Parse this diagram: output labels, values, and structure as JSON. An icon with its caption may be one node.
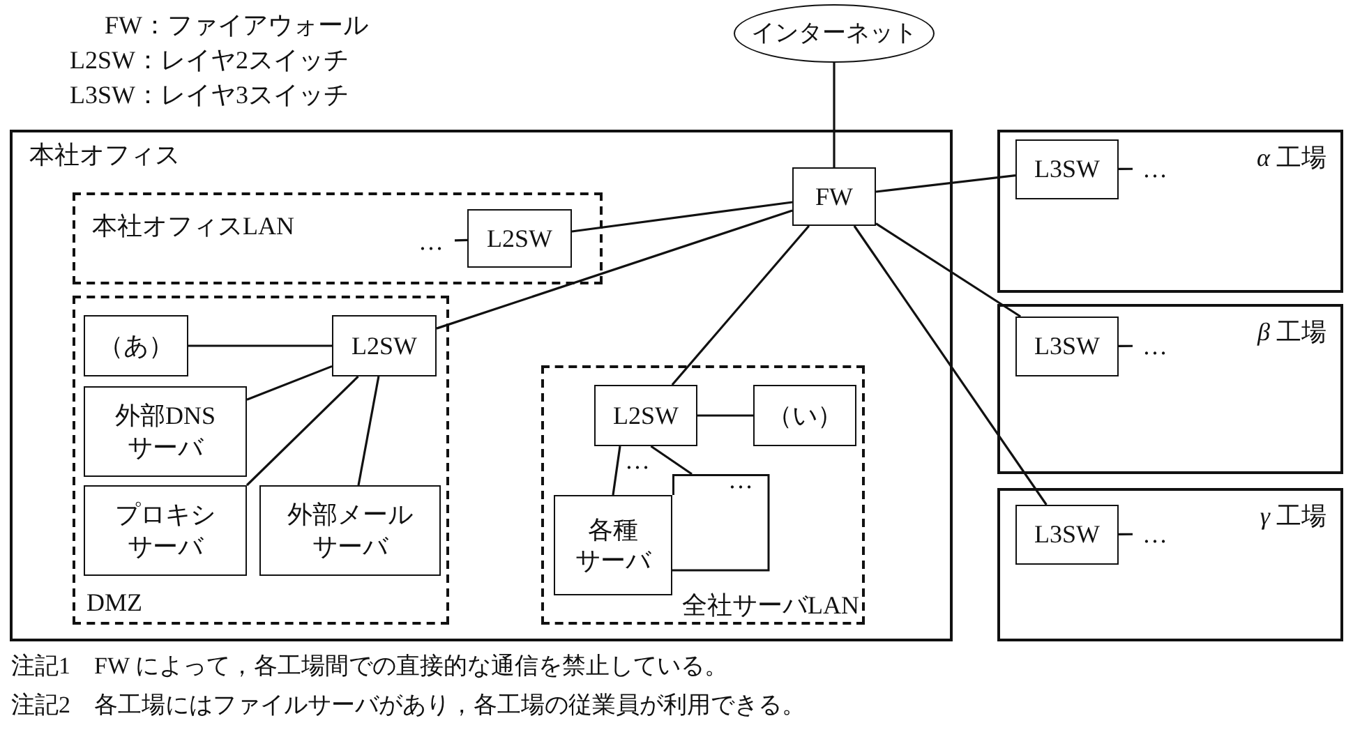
{
  "diagram": {
    "nodes": [
      {
        "text": [
          "インターネット"
        ]
      },
      {
        "text": [
          "本社オフィス"
        ]
      },
      {
        "text": [
          "本社オフィスLAN"
        ],
        "in": 1
      },
      {
        "text": [
          "…"
        ],
        "in": 2
      },
      {
        "text": [
          "L2SW"
        ],
        "in": 2
      },
      {
        "text": [
          "FW"
        ],
        "in": 1
      },
      {
        "text": [
          "*α* 工場"
        ]
      },
      {
        "text": [
          "L3SW"
        ],
        "in": 6
      },
      {
        "text": [
          "…"
        ],
        "in": 6
      },
      {
        "text": [
          "DMZ"
        ],
        "in": 1
      },
      {
        "text": [
          "（あ）"
        ],
        "in": 9
      },
      {
        "text": [
          "L2SW"
        ],
        "in": 9
      },
      {
        "text": [
          "外部DNSサーバ"
        ],
        "in": 9
      },
      {
        "text": [
          "プロキシサーバ"
        ],
        "in": 9
      },
      {
        "text": [
          "外部メールサーバ"
        ],
        "in": 9
      },
      {
        "text": [
          "*β* 工場"
        ]
      },
      {
        "text": [
          "L3SW"
        ],
        "in": 15
      },
      {
        "text": [
          "…"
        ],
        "in": 15
      },
      {
        "text": [
          "全社サーバLAN"
        ],
        "in": 1
      },
      {
        "text": [
          "L2SW"
        ],
        "in": 18
      },
      {
        "text": [
          "（い）"
        ],
        "in": 18
      },
      {
        "text": [],
        "shape": "box",
        "in": 18
      },
      {
        "text": [
          "各種サーバ"
        ],
        "in": 18
      },
      {
        "text": [
          "*γ* 工場"
        ]
      },
      {
        "text": [
          "L3SW"
        ],
        "in": 23
      },
      {
        "text": [
          "…"
        ],
        "in": 23
      }
    ],
    "edges": [
      {
        "from": 0,
        "to": 5,
        "arrow": "none"
      },
      {
        "from": 5,
        "to": 4,
        "arrow": "none"
      },
      {
        "from": 3,
        "to": 4,
        "arrow": "none"
      },
      {
        "from": 5,
        "to": 11,
        "arrow": "none"
      },
      {
        "from": 5,
        "to": 19,
        "arrow": "none"
      },
      {
        "from": 5,
        "to": 7,
        "arrow": "none"
      },
      {
        "from": 5,
        "to": 16,
        "arrow": "none"
      },
      {
        "from": 5,
        "to": 24,
        "arrow": "none"
      },
      {
        "from": 7,
        "to": 8,
        "arrow": "none"
      },
      {
        "from": 16,
        "to": 17,
        "arrow": "none"
      },
      {
        "from": 24,
        "to": 25,
        "arrow": "none"
      },
      {
        "from": 11,
        "to": 10,
        "arrow": "none"
      },
      {
        "from": 11,
        "to": 12,
        "arrow": "none"
      },
      {
        "from": 11,
        "to": 13,
        "arrow": "none"
      },
      {
        "from": 11,
        "to": 14,
        "arrow": "none"
      },
      {
        "from": 19,
        "to": 20,
        "arrow": "none"
      },
      {
        "from": 19,
        "to": 22,
        "arrow": "none"
      },
      {
        "from": 19,
        "to": 21,
        "arrow": "none"
      }
    ],
    "labels": [
      "FW：ファイアウォール",
      "L2SW：レイヤ2スイッチ",
      "L3SW：レイヤ3スイッチ",
      "…",
      "…",
      "注記1　FW によって，各工場間での直接的な通信を禁止している。",
      "注記2　各工場にはファイルサーバがあり，各工場の従業員が利用できる。"
    ]
  }
}
